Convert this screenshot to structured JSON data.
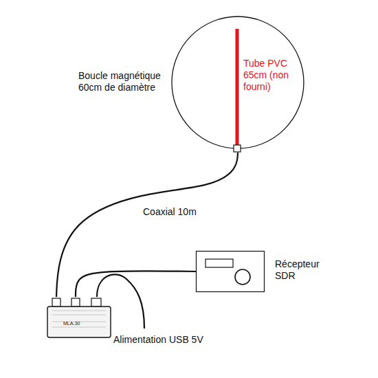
{
  "diagram": {
    "nodes": [
      {
        "text": [
          "Boucle magnétique 60cm de diamètre",
          "Tube PVC 65cm (non fourni)"
        ]
      },
      {
        "text": [
          "Récepteur SDR"
        ]
      },
      {
        "text": [
          "MLA-30"
        ]
      }
    ],
    "edges": [
      {
        "from": 0,
        "to": 2,
        "arrow": "none",
        "label": "Coaxial 10m"
      },
      {
        "from": 2,
        "to": 1,
        "arrow": "none"
      }
    ],
    "labels": [
      "Alimentation USB 5V"
    ]
  }
}
